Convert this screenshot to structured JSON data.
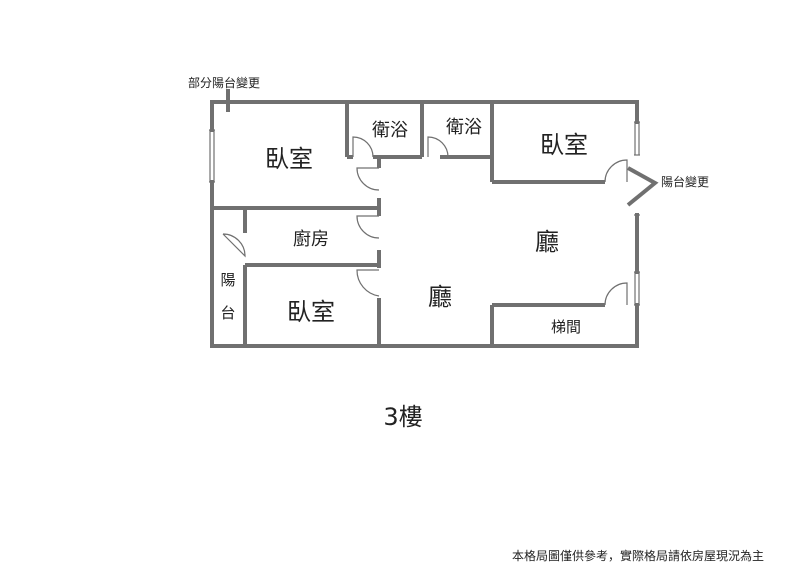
{
  "annotations": {
    "partial_balcony_change": "部分陽台變更",
    "balcony_change": "陽台變更"
  },
  "rooms": {
    "bedroom_top_left": "臥室",
    "bathroom_1": "衛浴",
    "bathroom_2": "衛浴",
    "bedroom_top_right": "臥室",
    "kitchen": "廚房",
    "living_right": "廳",
    "balcony_char_1": "陽",
    "balcony_char_2": "台",
    "bedroom_bottom": "臥室",
    "living_center": "廳",
    "stairwell": "梯間"
  },
  "floor_label": "3樓",
  "footer_note": "本格局圖僅供參考，實際格局請依房屋現況為主",
  "colors": {
    "wall": "#707070",
    "text": "#222222"
  }
}
